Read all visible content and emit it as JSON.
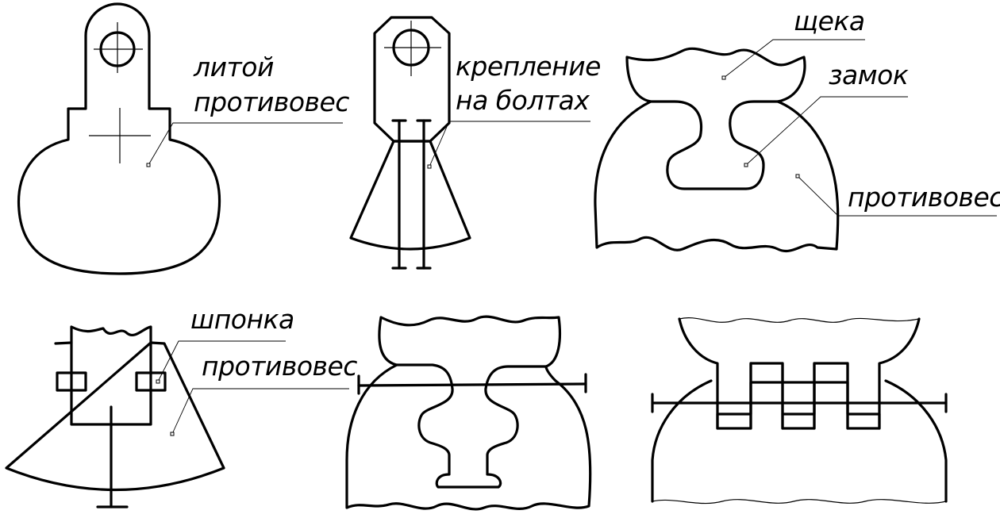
{
  "labels": {
    "cast_counterweight_line1": "литой",
    "cast_counterweight_line2": "противовес",
    "bolted_line1": "крепление",
    "bolted_line2": "на болтах",
    "cheek": "щека",
    "lock": "замок",
    "counterweight_top_right": "противовес",
    "key": "шпонка",
    "counterweight_bottom_left": "противовес"
  },
  "colors": {
    "ink": "#000000",
    "paper": "#ffffff"
  }
}
